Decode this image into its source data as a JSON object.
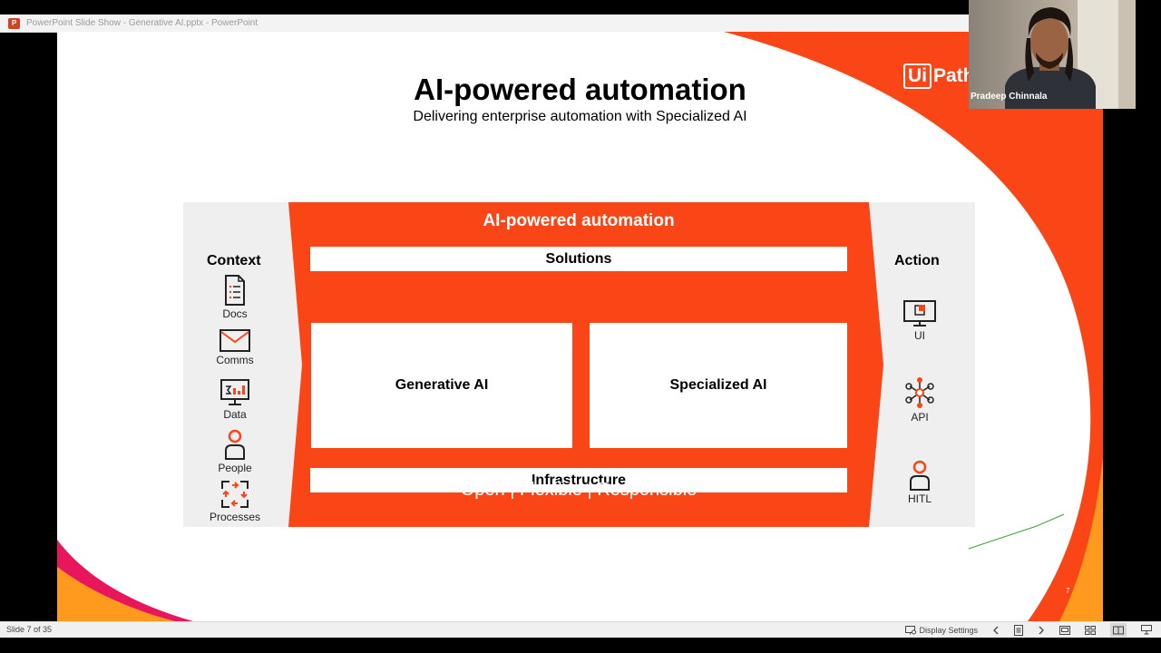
{
  "window": {
    "title": "PowerPoint Slide Show  -  Generative AI.pptx  -  PowerPoint",
    "app_icon": "powerpoint-icon",
    "app_icon_letter": "P"
  },
  "slide": {
    "title": "AI-powered automation",
    "subtitle": "Delivering enterprise automation with Specialized AI",
    "logo_ui": "Ui",
    "logo_text": "Path",
    "page_number": "7",
    "diagram": {
      "left_title": "Context",
      "context_items": [
        {
          "label": "Docs",
          "icon": "document-icon"
        },
        {
          "label": "Comms",
          "icon": "envelope-icon"
        },
        {
          "label": "Data",
          "icon": "monitor-chart-icon"
        },
        {
          "label": "People",
          "icon": "person-icon"
        },
        {
          "label": "Processes",
          "icon": "process-arrows-icon"
        }
      ],
      "core_title": "AI-powered automation",
      "solutions": "Solutions",
      "generative": "Generative AI",
      "specialized": "Specialized AI",
      "infrastructure": "Infrastructure",
      "tagline": "Open | Flexible | Responsible",
      "right_title": "Action",
      "action_items": [
        {
          "label": "UI",
          "icon": "screen-cursor-icon"
        },
        {
          "label": "API",
          "icon": "network-hub-icon"
        },
        {
          "label": "HITL",
          "icon": "person-icon"
        }
      ]
    }
  },
  "webcam": {
    "participant_name": "Pradeep Chinnala"
  },
  "statusbar": {
    "slide_counter": "Slide 7 of 35",
    "display_settings": "Display Settings"
  },
  "colors": {
    "accent": "#fa4616",
    "grey_panel": "#efefef",
    "annotation_ink": "#3aa33a"
  }
}
